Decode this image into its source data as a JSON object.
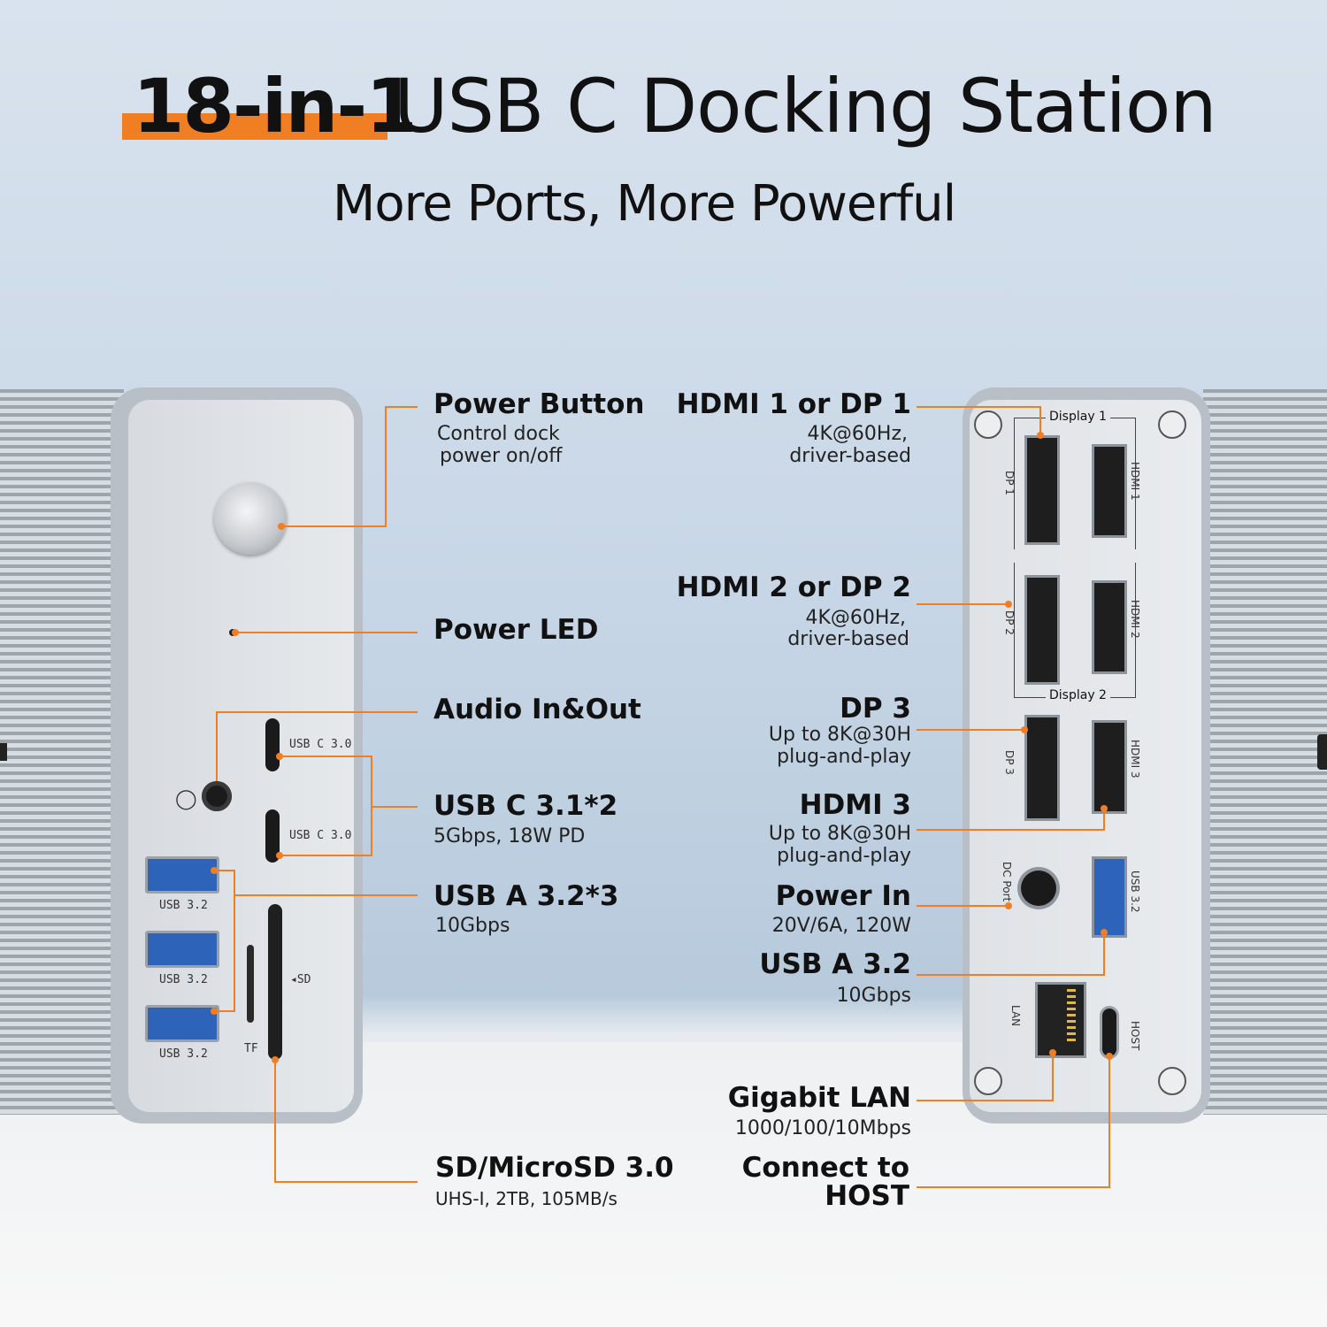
{
  "header": {
    "title_bold": "18-in-1",
    "title_rest": "USB C Docking Station",
    "subtitle": "More Ports, More Powerful"
  },
  "left_callouts": [
    {
      "label": "Power Button",
      "desc": [
        "Control dock",
        "power on/off"
      ]
    },
    {
      "label": "Power LED",
      "desc": []
    },
    {
      "label": "Audio In&Out",
      "desc": []
    },
    {
      "label": "USB C 3.1*2",
      "desc": [
        "5Gbps, 18W PD"
      ]
    },
    {
      "label": "USB A 3.2*3",
      "desc": [
        "10Gbps"
      ]
    },
    {
      "label": "SD/MicroSD 3.0",
      "desc": [
        "UHS-I, 2TB, 105MB/s"
      ]
    }
  ],
  "right_callouts": [
    {
      "label": "HDMI 1 or DP 1",
      "desc": [
        "4K@60Hz,",
        "driver-based"
      ]
    },
    {
      "label": "HDMI 2 or DP 2",
      "desc": [
        "4K@60Hz,",
        "driver-based"
      ]
    },
    {
      "label": "DP 3",
      "desc": [
        "Up to 8K@30H",
        "plug-and-play"
      ]
    },
    {
      "label": "HDMI 3",
      "desc": [
        "Up to 8K@30H",
        "plug-and-play"
      ]
    },
    {
      "label": "Power In",
      "desc": [
        "20V/6A, 120W"
      ]
    },
    {
      "label": "USB A 3.2",
      "desc": [
        "10Gbps"
      ]
    },
    {
      "label": "Gigabit LAN",
      "desc": [
        "1000/100/10Mbps"
      ]
    },
    {
      "label": "Connect to",
      "desc": [
        "HOST"
      ]
    }
  ],
  "front_panel": {
    "usbc_1": "USB C 3.0",
    "usbc_2": "USB C 3.0",
    "usba_1": "USB 3.2",
    "usba_2": "USB 3.2",
    "usba_3": "USB 3.2",
    "sd": "◂SD",
    "tf": "TF"
  },
  "rear_panel": {
    "display1": "Display 1",
    "display2": "Display 2",
    "dp1": "DP 1",
    "hdmi1": "HDMI 1",
    "dp2": "DP 2",
    "hdmi2": "HDMI 2",
    "dp3": "DP 3",
    "hdmi3": "HDMI 3",
    "dc_port": "DC Port",
    "usb32": "USB 3.2",
    "lan": "LAN",
    "host": "HOST"
  },
  "colors": {
    "accent": "#f07f24",
    "leader": "#f07f24",
    "shell": "#c9ced4",
    "panel": "#e3e6ea"
  }
}
